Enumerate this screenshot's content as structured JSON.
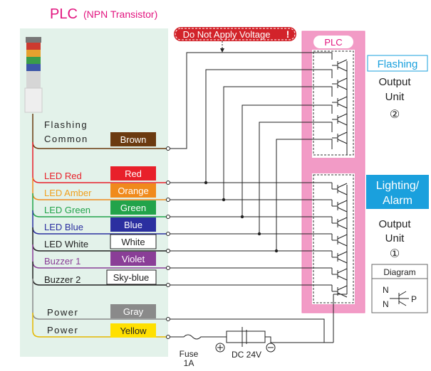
{
  "title": {
    "main": "PLC",
    "sub": "(NPN Transistor)"
  },
  "warning": "Do Not Apply Voltage",
  "warning_mark": "!",
  "plc_label": "PLC",
  "flashing_unit": {
    "badge": "Flashing",
    "line1": "Output",
    "line2": "Unit",
    "number": "②"
  },
  "lighting_unit": {
    "badge_line1": "Lighting/",
    "badge_line2": "Alarm",
    "line1": "Output",
    "line2": "Unit",
    "number": "①"
  },
  "legend": {
    "title": "Diagram",
    "n1": "N",
    "n2": "N",
    "p": "P"
  },
  "wires": [
    {
      "left": "Flashing",
      "left2": "Common",
      "tag": "Brown",
      "color": "#6b3a10"
    },
    {
      "left": "LED Red",
      "tag": "Red",
      "color": "#e8202a"
    },
    {
      "left": "LED Amber",
      "tag": "Orange",
      "color": "#f08a1c"
    },
    {
      "left": "LED Green",
      "tag": "Green",
      "color": "#22a34a"
    },
    {
      "left": "LED Blue",
      "tag": "Blue",
      "color": "#2b2fa0"
    },
    {
      "left": "LED White",
      "tag": "White",
      "color": "#ffffff"
    },
    {
      "left": "Buzzer 1",
      "tag": "Violet",
      "color": "#8a3e97"
    },
    {
      "left": "Buzzer 2",
      "tag": "Sky-blue",
      "color": "#ffffff"
    },
    {
      "left": "Power",
      "tag": "Gray",
      "color": "#8a8a8a"
    },
    {
      "left": "Power",
      "tag": "Yellow",
      "color": "#ffe000"
    }
  ],
  "fuse": {
    "label": "Fuse",
    "rating": "1A"
  },
  "dc": {
    "label": "DC 24V"
  }
}
